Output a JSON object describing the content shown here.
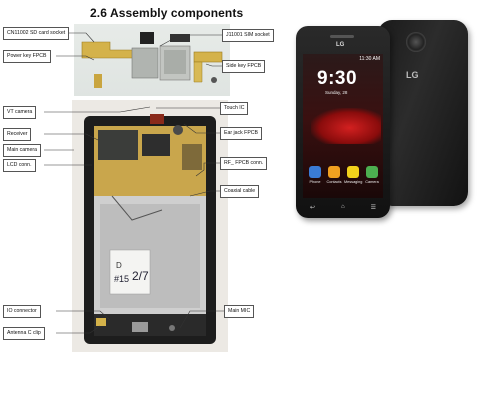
{
  "title": "2.6 Assembly components",
  "labels": {
    "cn11002": "CN11002 SD card socket",
    "power_key": "Power key FPCB",
    "sim": "J11001 SIM socket",
    "side_key": "Side key FPCB",
    "vt_camera": "VT camera",
    "touch_ic": "Touch IC",
    "receiver": "Receiver",
    "ear_jack": "Ear jack FPCB",
    "main_camera": "Main camera",
    "lcd_conn": "LCD conn.",
    "rf_fpcb": "RF_ FPCB conn.",
    "coaxial": "Coaxial cable",
    "io_connector": "IO connector",
    "main_mic": "Main MIC",
    "antenna": "Antenna C clip"
  },
  "phone": {
    "brand": "LG",
    "clock": "9:30",
    "status": "11:30 AM",
    "date": "Sunday, 28",
    "keys": [
      "↩",
      "⌂",
      "☰"
    ],
    "dock": [
      {
        "label": "Phone",
        "color": "#3a7bd5"
      },
      {
        "label": "Contacts",
        "color": "#f0a020"
      },
      {
        "label": "Messaging",
        "color": "#f2d21b"
      },
      {
        "label": "Camera",
        "color": "#4caf50"
      }
    ]
  }
}
